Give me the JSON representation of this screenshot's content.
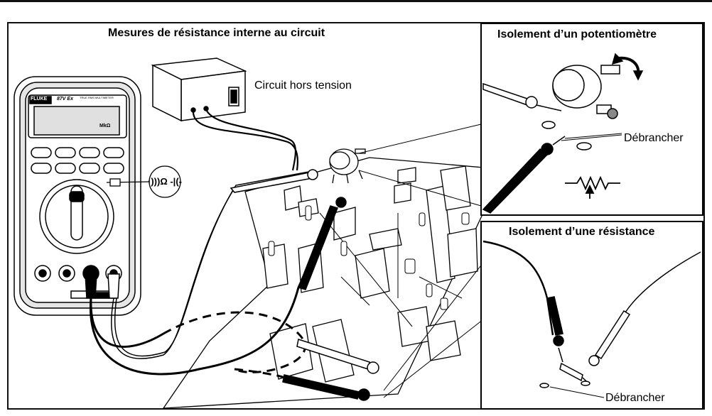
{
  "main": {
    "title": "Mesures de résistance interne au circuit",
    "circuit_label": "Circuit hors tension"
  },
  "meter": {
    "brand": "FLUKE",
    "model": "87V Ex",
    "model_sub": "TRUE RMS MULTIMETER",
    "display_unit": "MkΩ",
    "function_symbols": "·)))Ω -|(-"
  },
  "inset_pot": {
    "title": "Isolement d’un potentiomètre",
    "disconnect_label": "Débrancher"
  },
  "inset_res": {
    "title": "Isolement d’une résistance",
    "disconnect_label": "Débrancher"
  }
}
